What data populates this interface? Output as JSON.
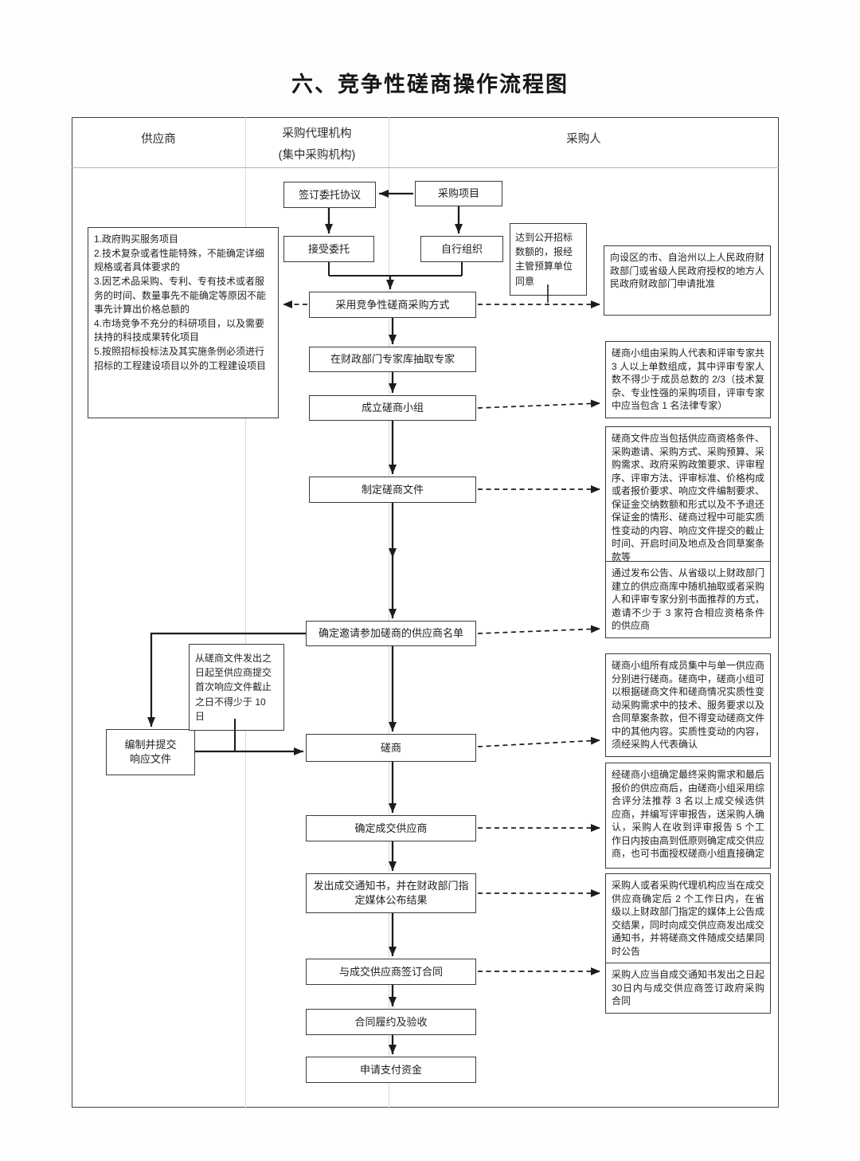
{
  "title": "六、竞争性磋商操作流程图",
  "lanes": {
    "supplier": "供应商",
    "agency_line1": "采购代理机构",
    "agency_line2": "(集中采购机构)",
    "purchaser": "采购人"
  },
  "flow": {
    "procurement_project": "采购项目",
    "sign_agreement": "签订委托协议",
    "accept_entrustment": "接受委托",
    "self_organize": "自行组织",
    "adopt_method": "采用竞争性磋商采购方式",
    "extract_experts": "在财政部门专家库抽取专家",
    "establish_group": "成立磋商小组",
    "formulate_documents": "制定磋商文件",
    "determine_supplier_list": "确定邀请参加磋商的供应商名单",
    "consultation": "磋商",
    "determine_winner": "确定成交供应商",
    "issue_notice": "发出成交通知书，并在财政部门指定媒体公布结果",
    "sign_contract": "与成交供应商签订合同",
    "contract_performance": "合同履约及验收",
    "apply_payment": "申请支付资金",
    "prepare_response": "编制并提交\n响应文件"
  },
  "notes": {
    "applicable_conditions": "1.政府购买服务项目\n2.技术复杂或者性能特殊，不能确定详细规格或者具体要求的\n3.因艺术品采购、专利、专有技术或者服务的时间、数量事先不能确定等原因不能事先计算出价格总额的\n4.市场竞争不充分的科研项目，以及需要扶持的科技成果转化项目\n5.按照招标投标法及其实施条例必须进行招标的工程建设项目以外的工程建设项目",
    "open_tender_threshold": "达到公开招标数额的，报经主管预算单位同意",
    "response_deadline": "从磋商文件发出之日起至供应商提交首次响应文件截止之日不得少于 10 日"
  },
  "annotations": {
    "approval": "向设区的市、自治州以上人民政府财政部门或省级人民政府授权的地方人民政府财政部门申请批准",
    "group_composition": "磋商小组由采购人代表和评审专家共 3 人以上单数组成，其中评审专家人数不得少于成员总数的 2/3（技术复杂、专业性强的采购项目，评审专家中应当包含 1 名法律专家）",
    "document_contents": "磋商文件应当包括供应商资格条件、采购邀请、采购方式、采购预算、采购需求、政府采购政策要求、评审程序、评审方法、评审标准、价格构成或者报价要求、响应文件编制要求、保证金交纳数额和形式以及不予退还保证金的情形、磋商过程中可能实质性变动的内容、响应文件提交的截止时间、开启时间及地点及合同草案条款等",
    "supplier_invitation": "通过发布公告、从省级以上财政部门建立的供应商库中随机抽取或者采购人和评审专家分别书面推荐的方式，邀请不少于 3 家符合相应资格条件的供应商",
    "consultation_rules": "磋商小组所有成员集中与单一供应商分别进行磋商。磋商中，磋商小组可以根据磋商文件和磋商情况实质性变动采购需求中的技术、服务要求以及合同草案条款，但不得变动磋商文件中的其他内容。实质性变动的内容，须经采购人代表确认",
    "winner_determination": "经磋商小组确定最终采购需求和最后报价的供应商后，由磋商小组采用综合评分法推荐 3 名以上成交候选供应商，并编写评审报告，送采购人确认，采购人在收到评审报告 5 个工作日内按由高到低原则确定成交供应商，也可书面授权磋商小组直接确定",
    "result_announcement": "采购人或者采购代理机构应当在成交供应商确定后 2 个工作日内，在省级以上财政部门指定的媒体上公告成交结果，同时向成交供应商发出成交通知书，并将磋商文件随成交结果同时公告",
    "contract_deadline": "采购人应当自成交通知书发出之日起30日内与成交供应商签订政府采购合同"
  }
}
